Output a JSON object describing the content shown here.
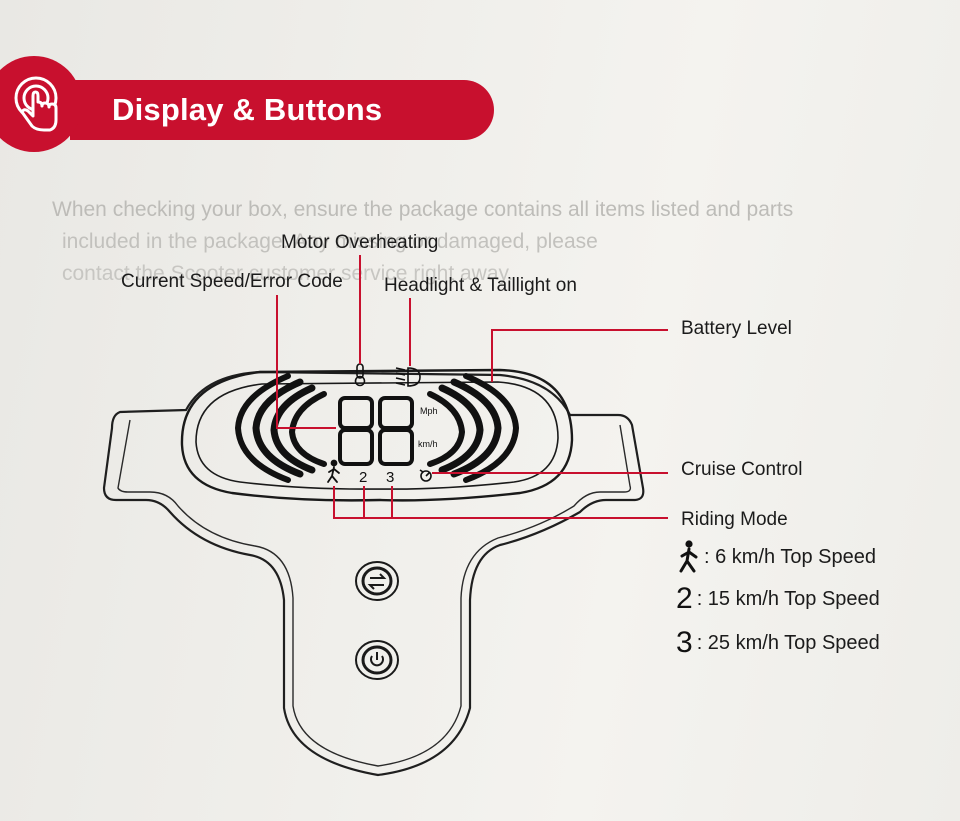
{
  "header": {
    "title": "Display & Buttons"
  },
  "labels": {
    "motor_overheating": "Motor Overheating",
    "current_speed": "Current Speed/Error Code",
    "headlight": "Headlight & Taillight on",
    "battery_level": "Battery Level",
    "cruise_control": "Cruise Control",
    "riding_mode": "Riding Mode"
  },
  "display": {
    "digits": "88",
    "unit_mph": "Mph",
    "unit_kmh": "km/h",
    "mode_2": "2",
    "mode_3": "3"
  },
  "legend": [
    {
      "glyph": "walk-icon",
      "text": ": 6 km/h Top Speed"
    },
    {
      "glyph": "2",
      "text": ": 15 km/h Top Speed"
    },
    {
      "glyph": "3",
      "text": ": 25 km/h Top Speed"
    }
  ],
  "colors": {
    "accent": "#c8102e",
    "line": "#c8102e",
    "ink": "#1b1b1b"
  }
}
